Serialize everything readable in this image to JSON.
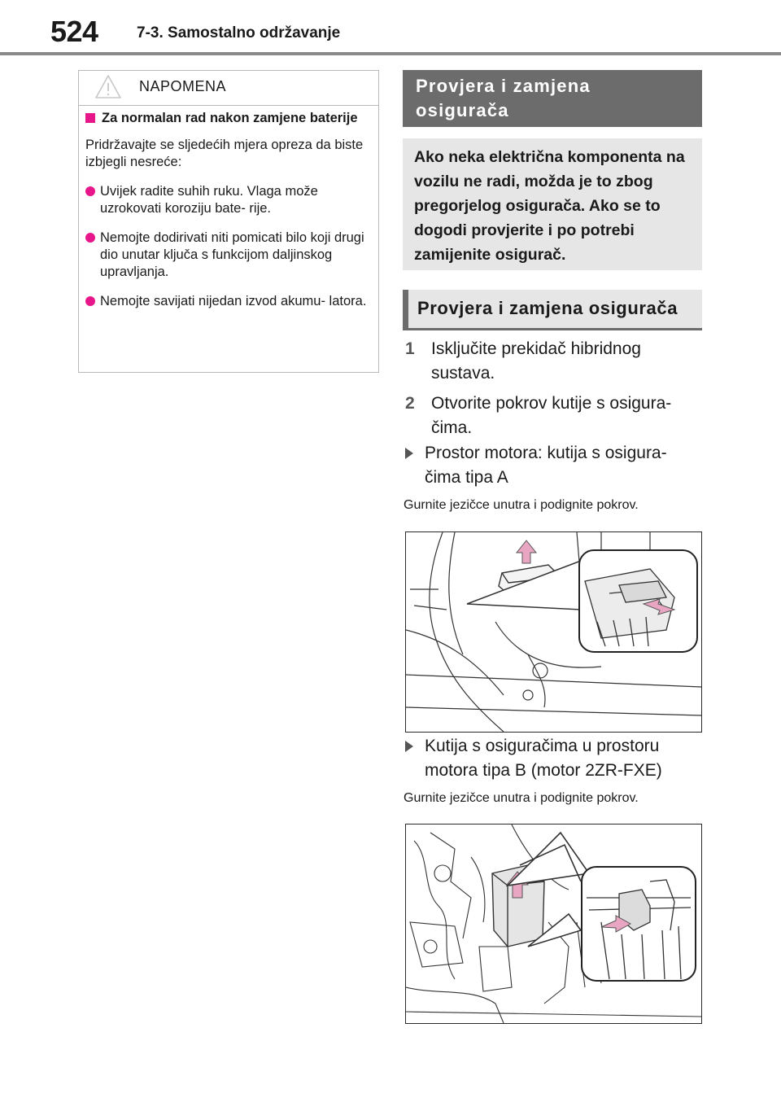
{
  "header": {
    "page_number": "524",
    "section": "7-3. Samostalno održavanje"
  },
  "notice": {
    "title": "NAPOMENA",
    "heading": "Za normalan rad nakon zamjene baterije",
    "intro": "Pridržavajte se sljedećih mjera opreza da biste izbjegli nesreće:",
    "bullets": [
      "Uvijek radite suhih ruku. Vlaga može uzrokovati koroziju bate- rije.",
      "Nemojte dodirivati niti pomicati bilo koji drugi dio unutar ključa s funkcijom daljinskog upravljanja.",
      "Nemojte savijati nijedan izvod akumu- latora."
    ]
  },
  "main": {
    "title": "Provjera i zamjena osigurača",
    "intro": "Ako neka električna komponenta na vozilu ne radi, možda je to zbog pregorjelog osigurača. Ako se to dogodi provjerite i po potrebi zamijenite osigurač.",
    "subheading": "Provjera i zamjena osigurača",
    "steps": [
      {
        "num": "1",
        "text": "Isključite prekidač hibridnog sustava."
      },
      {
        "num": "2",
        "text": "Otvorite pokrov kutije s osigura- čima."
      }
    ],
    "items": [
      {
        "text": "Prostor motora: kutija s osigura- čima tipa A",
        "caption": "Gurnite jezičce unutra i podignite pokrov."
      },
      {
        "text": "Kutija s osiguračima u prostoru motora tipa B (motor 2ZR-FXE)",
        "caption": "Gurnite jezičce unutra i podignite pokrov."
      }
    ]
  },
  "colors": {
    "accent": "#e8168b",
    "banner": "#6c6c6c",
    "panel": "#e6e6e6"
  }
}
